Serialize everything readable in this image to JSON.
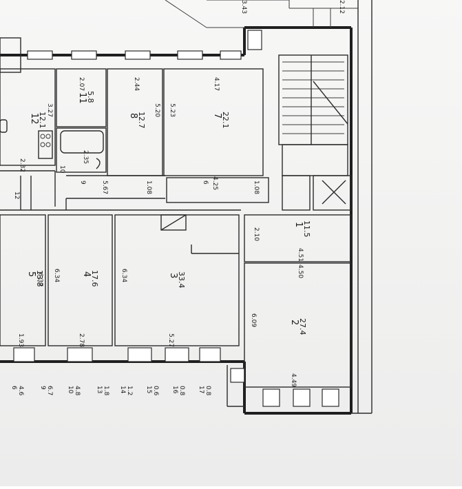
{
  "rooms": [
    {
      "id": "1",
      "area": "11.5"
    },
    {
      "id": "2",
      "area": "27.4"
    },
    {
      "id": "3",
      "area": "33.4"
    },
    {
      "id": "4",
      "area": "17.6"
    },
    {
      "id": "5",
      "area": "13.8"
    },
    {
      "id": "6",
      "area": "4.25"
    },
    {
      "id": "7",
      "area": "22.1"
    },
    {
      "id": "8",
      "area": "12.7"
    },
    {
      "id": "9",
      "area": "5.67"
    },
    {
      "id": "10",
      "area": "2.35"
    },
    {
      "id": "11",
      "area": "5.8"
    },
    {
      "id": "12",
      "area": "12.1"
    }
  ],
  "dimensions": {
    "d_417": "4.17",
    "d_523": "5.23",
    "d_244": "2.44",
    "d_520": "5.20",
    "d_207": "2.07",
    "d_327": "3.27",
    "d_232": "2.32",
    "d_108a": "1.08",
    "d_108b": "1.08",
    "d_210": "2.10",
    "d_451": "4.51",
    "d_450": "4.50",
    "d_609": "6.09",
    "d_449": "4.49",
    "d_634a": "6.34",
    "d_634b": "6.34",
    "d_637": "6.37",
    "d_527": "5.27",
    "d_278": "2.78",
    "d_193": "1.93",
    "d_343": "3.43",
    "d_212": "2.12",
    "d_12": "12"
  },
  "legend": [
    {
      "num": "6",
      "area": "4.6"
    },
    {
      "num": "9",
      "area": "6.7"
    },
    {
      "num": "10",
      "area": "4.8"
    },
    {
      "num": "13",
      "area": "1.8"
    },
    {
      "num": "14",
      "area": "1.2"
    },
    {
      "num": "15",
      "area": "0.6"
    },
    {
      "num": "16",
      "area": "0.8"
    },
    {
      "num": "17",
      "area": "0.8"
    }
  ]
}
